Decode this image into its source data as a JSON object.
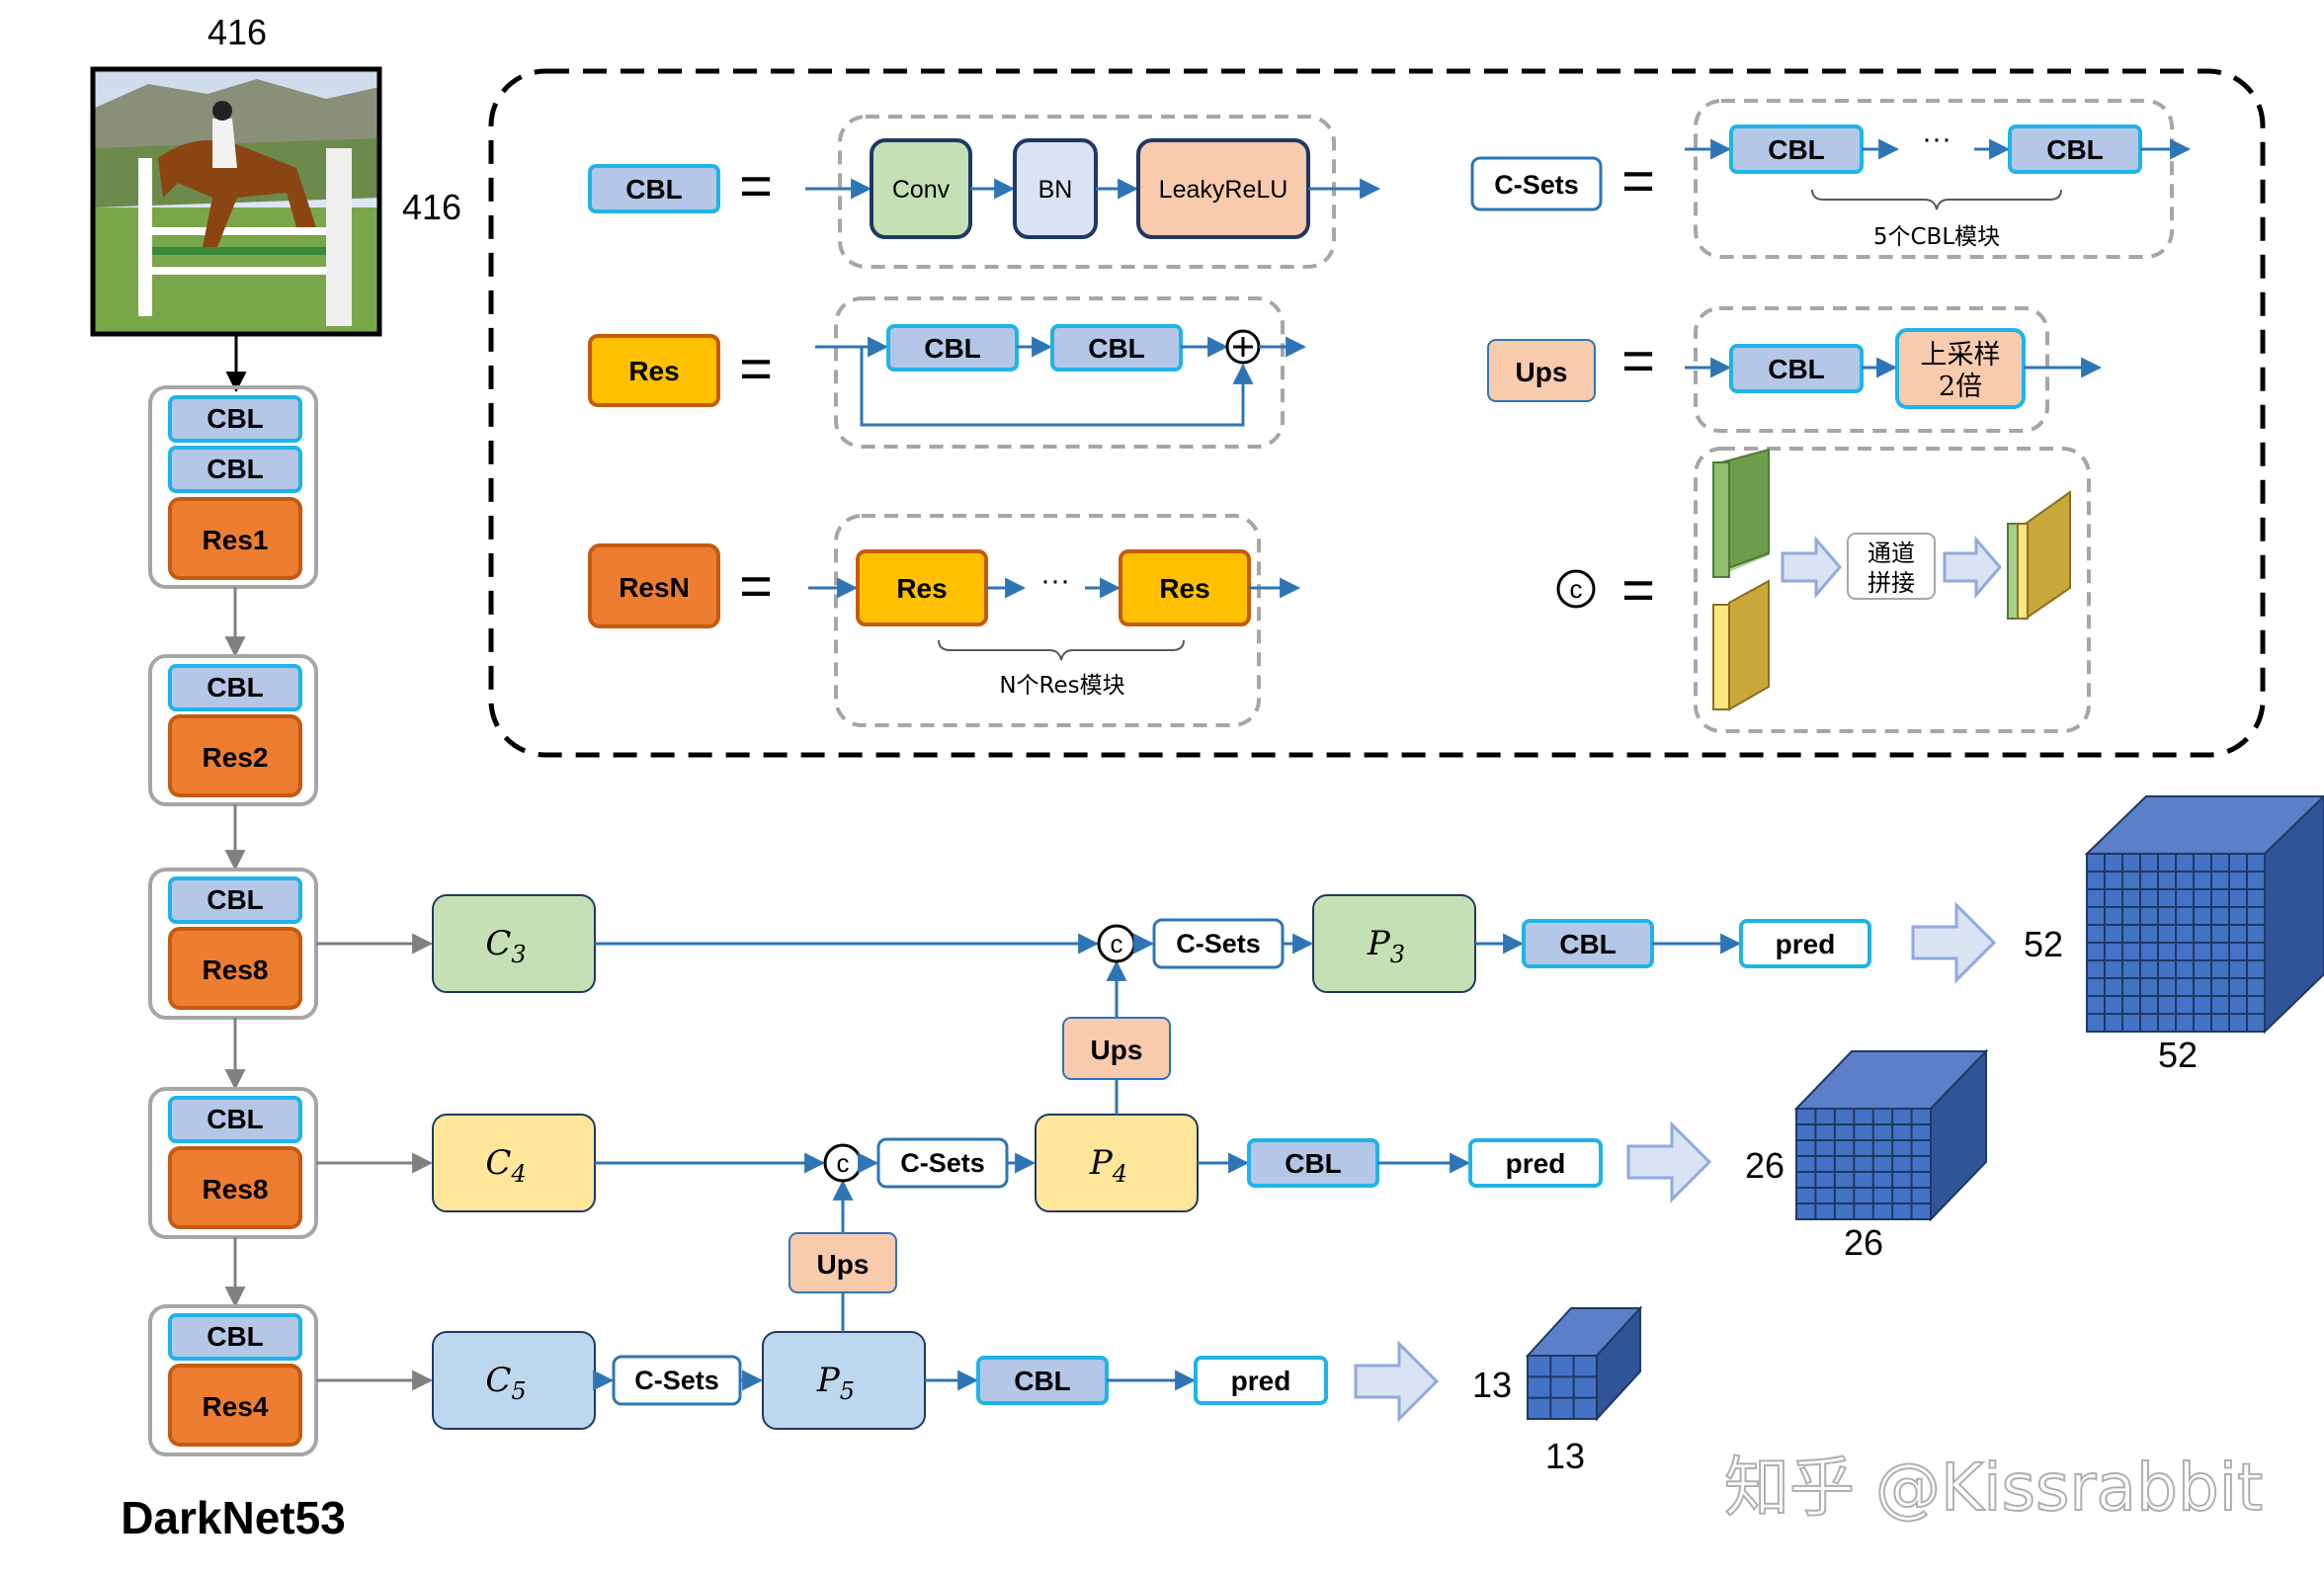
{
  "backbone": {
    "title": "DarkNet53",
    "input_width_label": "416",
    "input_height_label": "416",
    "input_image_icon": "horse-rider-jumping-photo",
    "stages": [
      {
        "blocks": [
          "CBL",
          "CBL",
          "Res1"
        ]
      },
      {
        "blocks": [
          "CBL",
          "Res2"
        ]
      },
      {
        "blocks": [
          "CBL",
          "Res8"
        ]
      },
      {
        "blocks": [
          "CBL",
          "Res8"
        ]
      },
      {
        "blocks": [
          "CBL",
          "Res4"
        ]
      }
    ]
  },
  "legend": {
    "cbl": {
      "label": "CBL",
      "parts": [
        "Conv",
        "BN",
        "LeakyReLU"
      ]
    },
    "res": {
      "label": "Res",
      "parts": [
        "CBL",
        "CBL"
      ]
    },
    "resn": {
      "label": "ResN",
      "parts": [
        "Res",
        "Res"
      ],
      "ellipsis": "···",
      "brace_note": "N个Res模块"
    },
    "csets": {
      "label": "C-Sets",
      "parts": [
        "CBL",
        "CBL"
      ],
      "ellipsis": "···",
      "brace_note": "5个CBL模块"
    },
    "ups": {
      "label": "Ups",
      "parts": [
        "CBL"
      ],
      "upsample_line1": "上采样",
      "upsample_line2": "2倍"
    },
    "concat": {
      "symbol": "c",
      "note_line1": "通道",
      "note_line2": "拼接"
    },
    "equals": "="
  },
  "neck": {
    "c3": "C",
    "c3_sub": "3",
    "c4": "C",
    "c4_sub": "4",
    "c5": "C",
    "c5_sub": "5",
    "p3": "P",
    "p3_sub": "3",
    "p4": "P",
    "p4_sub": "4",
    "p5": "P",
    "p5_sub": "5",
    "csets_label": "C-Sets",
    "ups_label": "Ups",
    "cbl_label": "CBL",
    "pred_label": "pred",
    "concat_symbol": "c"
  },
  "outputs": [
    {
      "grid": "52",
      "depth_label": "52",
      "bottom_label": "52"
    },
    {
      "grid": "26",
      "depth_label": "26",
      "bottom_label": "26"
    },
    {
      "grid": "13",
      "depth_label": "13",
      "bottom_label": "13"
    }
  ],
  "watermark": "知乎 @Kissrabbit",
  "colors": {
    "cbl_fill": "#b4c7e7",
    "cbl_stroke": "#1fb4e8",
    "res_fill": "#ed7d31",
    "res_stroke": "#c55a11",
    "res_legend_fill": "#ffc000",
    "ups_fill": "#f8cbad",
    "conv_fill": "#c5e0b4",
    "bn_fill": "#dae3f3",
    "c3_fill": "#c5e0b4",
    "c4_fill": "#ffe699",
    "c5_fill": "#bdd7ee",
    "arrow": "#2e75b6",
    "cube_front": "#4472c4",
    "cube_side": "#2f5597",
    "cube_top": "#5b80c9"
  }
}
